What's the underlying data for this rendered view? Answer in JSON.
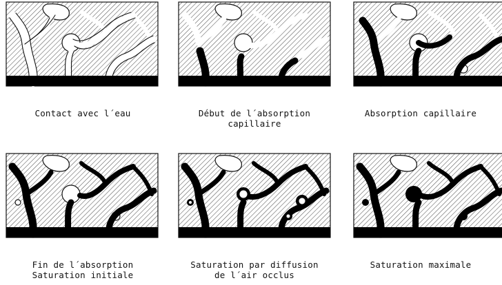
{
  "colors": {
    "background": "#ffffff",
    "ink": "#111111",
    "hatch": "#555555",
    "water": "#000000"
  },
  "figure": {
    "panels": [
      {
        "stage": "contact",
        "caption": [
          "Contact avec l´eau"
        ]
      },
      {
        "stage": "debut",
        "caption": [
          "Début de l´absorption",
          "capillaire"
        ]
      },
      {
        "stage": "capillaire",
        "caption": [
          "Absorption capillaire"
        ]
      },
      {
        "stage": "fin",
        "caption": [
          "Fin de l´absorption",
          "Saturation initiale"
        ]
      },
      {
        "stage": "diffusion",
        "caption": [
          "Saturation par diffusion",
          "de l´air occlus"
        ]
      },
      {
        "stage": "maximale",
        "caption": [
          "Saturation maximale"
        ]
      }
    ]
  }
}
